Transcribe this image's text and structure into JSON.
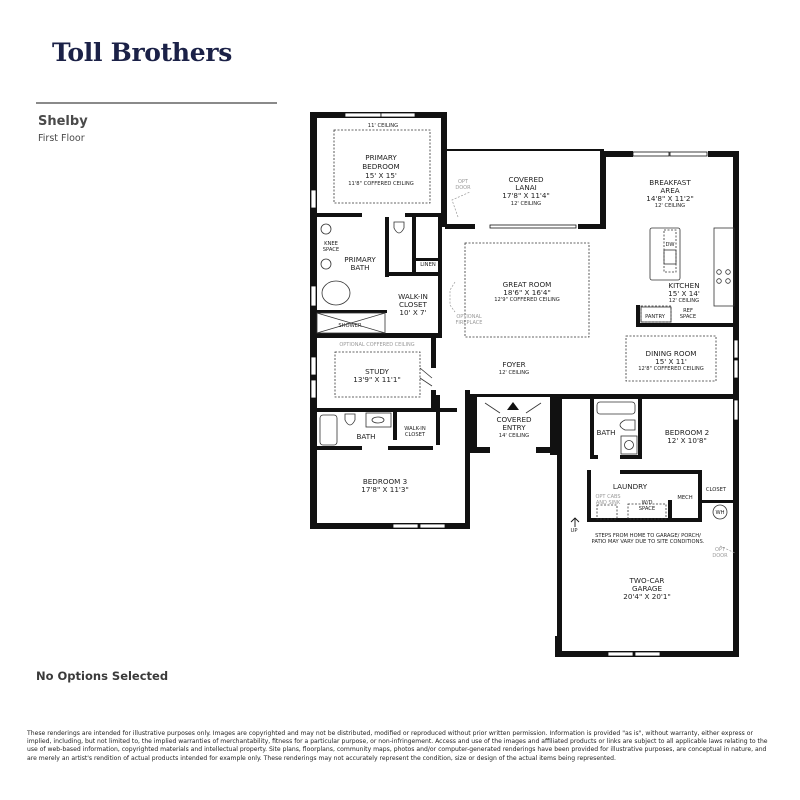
{
  "header": {
    "brand": "Toll Brothers",
    "plan_name": "Shelby",
    "floor": "First Floor"
  },
  "options_status": "No Options Selected",
  "disclaimer": "These renderings are intended for illustrative purposes only. Images are copyrighted and may not be distributed, modified or reproduced without prior written permission. Information is provided \"as is\", without warranty, either express or implied, including, but not limited to, the implied warranties of merchantability, fitness for a particular purpose, or non-infringement. Access and use of the images and affiliated products or links are subject to all applicable laws relating to the use of web-based information, copyrighted materials and intellectual property. Site plans, floorplans, community maps, photos and/or computer-generated renderings have been provided for illustrative purposes, are conceptual in nature, and are merely an artist's rendition of actual products intended for example only. These renderings may not accurately represent the condition, size or design of the actual items being represented.",
  "colors": {
    "brand": "#1b2147",
    "wall": "#111111",
    "text": "#222222",
    "optional": "#9a9a9a"
  },
  "rooms": {
    "primary_bedroom": {
      "ceiling_top": "11' CEILING",
      "name1": "PRIMARY",
      "name2": "BEDROOM",
      "dims": "15' X 15'",
      "ceiling": "11'8\" COFFERED CEILING"
    },
    "covered_lanai": {
      "name1": "COVERED",
      "name2": "LANAI",
      "dims": "17'8\" X 11'4\"",
      "ceiling": "12' CEILING",
      "opt_door1": "OPT",
      "opt_door2": "DOOR"
    },
    "breakfast_area": {
      "name1": "BREAKFAST",
      "name2": "AREA",
      "dims": "14'8\" X 11'2\"",
      "ceiling": "12' CEILING"
    },
    "kitchen": {
      "name": "KITCHEN",
      "dims": "15' X 14'",
      "ceiling": "12' CEILING",
      "dw": "DW",
      "pantry": "PANTRY",
      "ref1": "REF",
      "ref2": "SPACE"
    },
    "primary_bath": {
      "name1": "PRIMARY",
      "name2": "BATH",
      "knee1": "KNEE",
      "knee2": "SPACE",
      "shower": "SHOWER",
      "linen": "LINEN"
    },
    "walk_in_closet": {
      "name1": "WALK-IN",
      "name2": "CLOSET",
      "dims": "10' X 7'"
    },
    "great_room": {
      "name": "GREAT ROOM",
      "dims": "18'6\" X 16'4\"",
      "ceiling": "12'9\" COFFERED CEILING",
      "opt_fp1": "OPTIONAL",
      "opt_fp2": "FIREPLACE"
    },
    "foyer": {
      "name": "FOYER",
      "ceiling": "12' CEILING"
    },
    "dining_room": {
      "name": "DINING ROOM",
      "dims": "15' X 11'",
      "ceiling": "12'8\" COFFERED CEILING"
    },
    "study": {
      "opt_ceiling": "OPTIONAL COFFERED CEILING",
      "name": "STUDY",
      "dims": "13'9\" X 11'1\""
    },
    "bath_3": {
      "name": "BATH"
    },
    "walk_in_closet_3": {
      "name1": "WALK-IN",
      "name2": "CLOSET"
    },
    "covered_entry": {
      "name1": "COVERED",
      "name2": "ENTRY",
      "ceiling": "14' CEILING"
    },
    "bedroom_2": {
      "name": "BEDROOM 2",
      "dims": "12' X 10'8\""
    },
    "bath_2": {
      "name": "BATH"
    },
    "bedroom_3": {
      "name": "BEDROOM 3",
      "dims": "17'8\" X 11'3\""
    },
    "laundry": {
      "name": "LAUNDRY",
      "opt1": "OPT CABS",
      "opt2": "AND SINK",
      "wd1": "W/D",
      "wd2": "SPACE",
      "mech": "MECH",
      "closet": "CLOSET",
      "wh": "WH"
    },
    "garage": {
      "name1": "TWO-CAR",
      "name2": "GARAGE",
      "dims": "20'4\" X 20'1\"",
      "up": "UP",
      "steps1": "STEPS FROM HOME TO GARAGE/ PORCH/",
      "steps2": "PATIO MAY VARY DUE TO SITE CONDITIONS.",
      "opt_door1": "OPT",
      "opt_door2": "DOOR"
    }
  }
}
